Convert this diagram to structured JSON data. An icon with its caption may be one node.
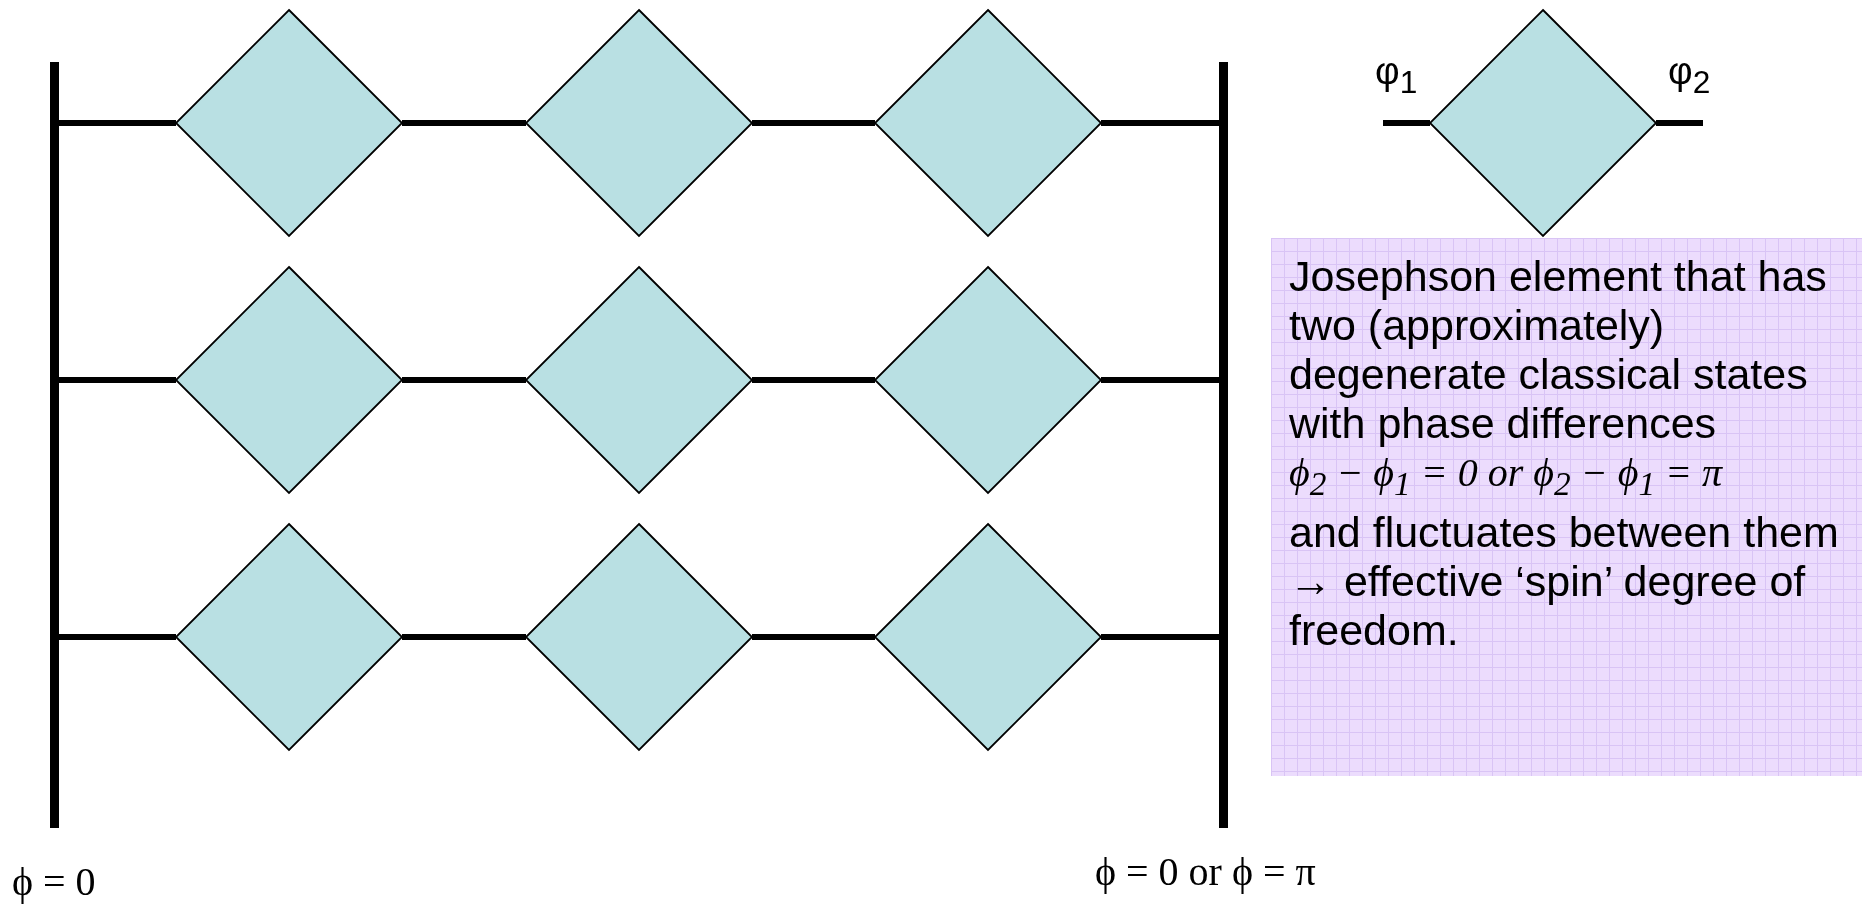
{
  "diagram": {
    "nodes": [
      {
        "text": [],
        "shape": "bar",
        "beside": [
          "ϕ = 0"
        ]
      },
      {
        "text": [],
        "shape": "diamond"
      },
      {
        "text": [],
        "shape": "diamond"
      },
      {
        "text": [],
        "shape": "diamond"
      },
      {
        "text": [],
        "shape": "diamond"
      },
      {
        "text": [],
        "shape": "diamond"
      },
      {
        "text": [],
        "shape": "diamond"
      },
      {
        "text": [],
        "shape": "diamond"
      },
      {
        "text": [],
        "shape": "diamond"
      },
      {
        "text": [],
        "shape": "diamond"
      },
      {
        "text": [],
        "shape": "bar",
        "beside": [
          "ϕ = 0 or ϕ = π"
        ]
      },
      {
        "text": [],
        "shape": "diamond"
      },
      {
        "text": [
          "Josephson element that has two (approximately) degenerate classical states with phase differences",
          "ϕ$_{2}$ − ϕ$_{1}$ = 0 or ϕ$_{2}$ − ϕ$_{1}$ = π",
          "and fluctuates between them → effective ‘spin’ degree of freedom."
        ]
      }
    ],
    "edges": [
      {
        "from": 0,
        "to": 1,
        "arrow": "none"
      },
      {
        "from": 1,
        "to": 2,
        "arrow": "none"
      },
      {
        "from": 2,
        "to": 3,
        "arrow": "none"
      },
      {
        "from": 3,
        "to": 10,
        "arrow": "none"
      },
      {
        "from": 0,
        "to": 4,
        "arrow": "none"
      },
      {
        "from": 4,
        "to": 5,
        "arrow": "none"
      },
      {
        "from": 5,
        "to": 6,
        "arrow": "none"
      },
      {
        "from": 6,
        "to": 10,
        "arrow": "none"
      },
      {
        "from": 0,
        "to": 7,
        "arrow": "none"
      },
      {
        "from": 7,
        "to": 8,
        "arrow": "none"
      },
      {
        "from": 8,
        "to": 9,
        "arrow": "none"
      },
      {
        "from": 9,
        "to": 10,
        "arrow": "none"
      },
      {
        "from": null,
        "to": 11,
        "arrow": "none"
      },
      {
        "from": 11,
        "to": null,
        "arrow": "none"
      }
    ],
    "labels": [
      "φ$_{1}$",
      "φ$_{2}$"
    ]
  }
}
